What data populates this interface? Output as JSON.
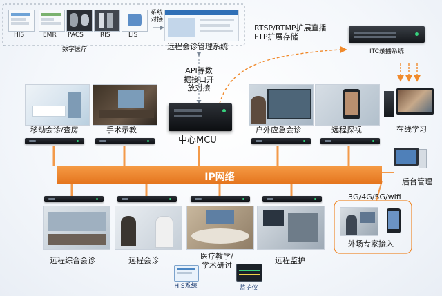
{
  "digital_medicine": {
    "label": "数字医疗",
    "modules": [
      "HIS",
      "EMR",
      "PACS",
      "RIS",
      "LIS"
    ],
    "interface_label": "系统\n对接"
  },
  "remote_consult_system": "远程会诊管理系统",
  "api_label": "API等数\n据接口开\n放对接",
  "streaming_label": "RTSP/RTMP扩展直播\nFTP扩展存储",
  "itc_label": "ITC录播系统",
  "online_learning": "在线学习",
  "central_mcu": "中心MCU",
  "top_endpoints": [
    "移动会诊/查房",
    "手术示教",
    "户外应急会诊",
    "远程探视"
  ],
  "ip_network": "IP网络",
  "backend_mgmt": "后台管理",
  "mobile_networks": "3G/4G/5G/wifi",
  "external_expert": "外场专家接入",
  "bottom_endpoints": [
    "远程综合会诊",
    "远程会诊",
    "医疗教学/\n学术研讨",
    "远程监护"
  ],
  "his_system": "HIS系统",
  "monitor": "监护仪",
  "colors": {
    "network_band": "#ef8a2e",
    "arrow_orange": "#f08a2c",
    "line_orange": "#f39a4a",
    "dashed_box": "#9aa6b3"
  }
}
